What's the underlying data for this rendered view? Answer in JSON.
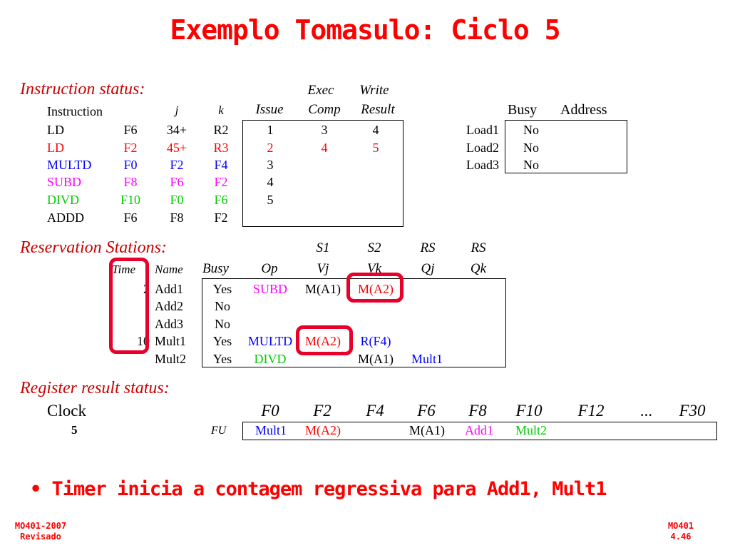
{
  "title": "Exemplo Tomasulo: Ciclo 5",
  "colors": {
    "red": "#ff0000",
    "blue": "#0000ff",
    "magenta": "#ff00ff",
    "green": "#00cc00",
    "black": "#000000",
    "highlight": "#e8002a"
  },
  "instruction_status": {
    "label": "Instruction status:",
    "top_headers": {
      "exec": "Exec",
      "write": "Write"
    },
    "headers": {
      "instruction": "Instruction",
      "j": "j",
      "k": "k",
      "issue": "Issue",
      "comp": "Comp",
      "result": "Result"
    },
    "rows": [
      {
        "op": "LD",
        "dest": "F6",
        "j": "34+",
        "k": "R2",
        "issue": "1",
        "comp": "3",
        "result": "4"
      },
      {
        "op": "LD",
        "dest": "F2",
        "j": "45+",
        "k": "R3",
        "issue": "2",
        "comp": "4",
        "result": "5"
      },
      {
        "op": "MULTD",
        "dest": "F0",
        "j": "F2",
        "k": "F4",
        "issue": "3",
        "comp": "",
        "result": ""
      },
      {
        "op": "SUBD",
        "dest": "F8",
        "j": "F6",
        "k": "F2",
        "issue": "4",
        "comp": "",
        "result": ""
      },
      {
        "op": "DIVD",
        "dest": "F10",
        "j": "F0",
        "k": "F6",
        "issue": "5",
        "comp": "",
        "result": ""
      },
      {
        "op": "ADDD",
        "dest": "F6",
        "j": "F8",
        "k": "F2",
        "issue": "",
        "comp": "",
        "result": ""
      }
    ]
  },
  "load_buffers": {
    "headers": {
      "busy": "Busy",
      "address": "Address"
    },
    "rows": [
      {
        "name": "Load1",
        "busy": "No",
        "address": ""
      },
      {
        "name": "Load2",
        "busy": "No",
        "address": ""
      },
      {
        "name": "Load3",
        "busy": "No",
        "address": ""
      }
    ]
  },
  "reservation_stations": {
    "label": "Reservation Stations:",
    "top_headers": {
      "s1": "S1",
      "s2": "S2",
      "rs1": "RS",
      "rs2": "RS"
    },
    "headers": {
      "time": "Time",
      "name": "Name",
      "busy": "Busy",
      "op": "Op",
      "vj": "Vj",
      "vk": "Vk",
      "qj": "Qj",
      "qk": "Qk"
    },
    "rows": [
      {
        "time": "2",
        "name": "Add1",
        "busy": "Yes",
        "op": "SUBD",
        "vj": "M(A1)",
        "vk": "M(A2)",
        "qj": "",
        "qk": ""
      },
      {
        "time": "",
        "name": "Add2",
        "busy": "No",
        "op": "",
        "vj": "",
        "vk": "",
        "qj": "",
        "qk": ""
      },
      {
        "time": "",
        "name": "Add3",
        "busy": "No",
        "op": "",
        "vj": "",
        "vk": "",
        "qj": "",
        "qk": ""
      },
      {
        "time": "10",
        "name": "Mult1",
        "busy": "Yes",
        "op": "MULTD",
        "vj": "M(A2)",
        "vk": "R(F4)",
        "qj": "",
        "qk": ""
      },
      {
        "time": "",
        "name": "Mult2",
        "busy": "Yes",
        "op": "DIVD",
        "vj": "",
        "vk": "M(A1)",
        "qj": "Mult1",
        "qk": ""
      }
    ]
  },
  "register_status": {
    "label": "Register result status:",
    "clock_label": "Clock",
    "clock_value": "5",
    "fu_label": "FU",
    "registers": [
      {
        "name": "F0",
        "fu": "Mult1"
      },
      {
        "name": "F2",
        "fu": "M(A2)"
      },
      {
        "name": "F4",
        "fu": ""
      },
      {
        "name": "F6",
        "fu": "M(A1)"
      },
      {
        "name": "F8",
        "fu": "Add1"
      },
      {
        "name": "F10",
        "fu": "Mult2"
      },
      {
        "name": "F12",
        "fu": ""
      },
      {
        "name": "...",
        "fu": ""
      },
      {
        "name": "F30",
        "fu": ""
      }
    ]
  },
  "bullet": "Timer inicia a contagem regressiva para Add1, Mult1",
  "bullet_symbol": "•",
  "footer": {
    "left_line1": "MO401-2007",
    "left_line2": "Revisado",
    "right_line1": "MO401",
    "right_line2": "4.46"
  }
}
